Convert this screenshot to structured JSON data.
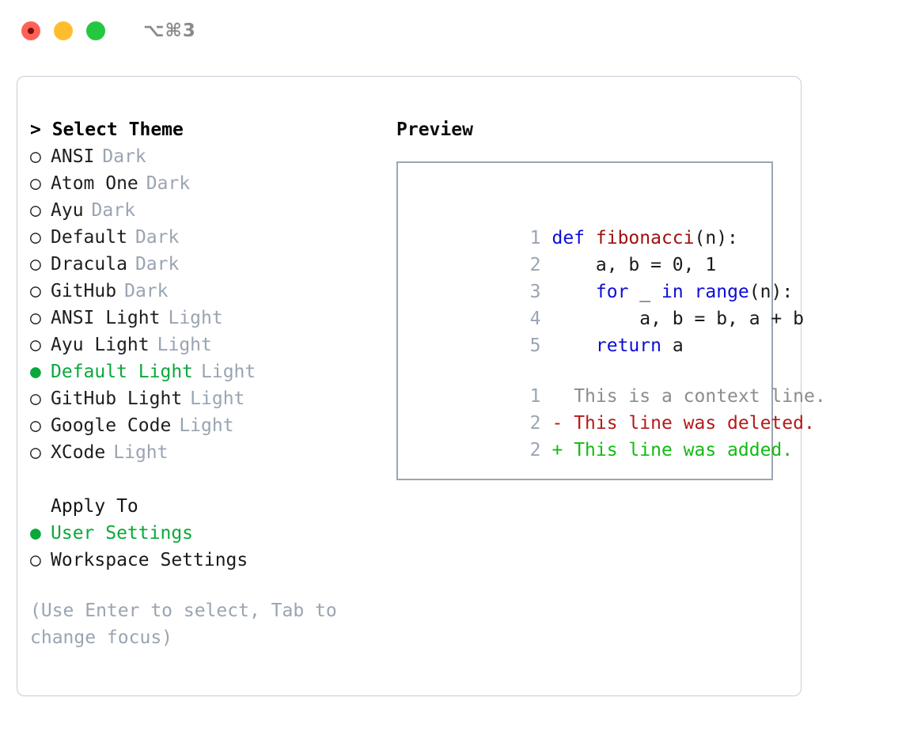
{
  "titlebar": {
    "shortcut": "⌥⌘3",
    "lights": [
      {
        "name": "close",
        "color": "#ff6159"
      },
      {
        "name": "minimize",
        "color": "#ffbd2e"
      },
      {
        "name": "maximize",
        "color": "#23c840"
      }
    ]
  },
  "theme_picker": {
    "heading": "> Select Theme",
    "bullet_selected": "●",
    "bullet_unselected": "○",
    "items": [
      {
        "name": "ANSI",
        "tag": "Dark",
        "selected": false
      },
      {
        "name": "Atom One",
        "tag": "Dark",
        "selected": false
      },
      {
        "name": "Ayu",
        "tag": "Dark",
        "selected": false
      },
      {
        "name": "Default",
        "tag": "Dark",
        "selected": false
      },
      {
        "name": "Dracula",
        "tag": "Dark",
        "selected": false
      },
      {
        "name": "GitHub",
        "tag": "Dark",
        "selected": false
      },
      {
        "name": "ANSI Light",
        "tag": "Light",
        "selected": false
      },
      {
        "name": "Ayu Light",
        "tag": "Light",
        "selected": false
      },
      {
        "name": "Default Light",
        "tag": "Light",
        "selected": true
      },
      {
        "name": "GitHub Light",
        "tag": "Light",
        "selected": false
      },
      {
        "name": "Google Code",
        "tag": "Light",
        "selected": false
      },
      {
        "name": "XCode",
        "tag": "Light",
        "selected": false
      }
    ]
  },
  "apply_to": {
    "title": "Apply To",
    "options": [
      {
        "label": "User Settings",
        "selected": true
      },
      {
        "label": "Workspace Settings",
        "selected": false
      }
    ]
  },
  "hint": "(Use Enter to select, Tab to change focus)",
  "preview": {
    "label": "Preview",
    "code_lines": [
      {
        "num": "1",
        "tokens": [
          {
            "t": "def ",
            "c": "kw"
          },
          {
            "t": "fibonacci",
            "c": "fn"
          },
          {
            "t": "(n):",
            "c": "plain"
          }
        ]
      },
      {
        "num": "2",
        "tokens": [
          {
            "t": "    a, b = 0, 1",
            "c": "plain"
          }
        ]
      },
      {
        "num": "3",
        "tokens": [
          {
            "t": "    ",
            "c": "plain"
          },
          {
            "t": "for",
            "c": "kw"
          },
          {
            "t": " _ ",
            "c": "plain"
          },
          {
            "t": "in",
            "c": "kw"
          },
          {
            "t": " ",
            "c": "plain"
          },
          {
            "t": "range",
            "c": "kw"
          },
          {
            "t": "(n):",
            "c": "plain"
          }
        ]
      },
      {
        "num": "4",
        "tokens": [
          {
            "t": "        a, b = b, a + b",
            "c": "plain"
          }
        ]
      },
      {
        "num": "5",
        "tokens": [
          {
            "t": "    ",
            "c": "plain"
          },
          {
            "t": "return",
            "c": "kw"
          },
          {
            "t": " a",
            "c": "plain"
          }
        ]
      }
    ],
    "diff_lines": [
      {
        "num": "1",
        "marker": "  ",
        "text": "This is a context line.",
        "kind": "d-ctx"
      },
      {
        "num": "2",
        "marker": "- ",
        "text": "This line was deleted.",
        "kind": "d-del"
      },
      {
        "num": "2",
        "marker": "+ ",
        "text": "This line was added.",
        "kind": "d-add"
      }
    ]
  },
  "colors": {
    "accent_green": "#0aa83c",
    "muted": "#9aa4b2",
    "keyword_blue": "#0d0dd6",
    "function_red": "#a01010",
    "diff_add": "#11bb11",
    "diff_del": "#b41a1a",
    "border": "#c7ccd4",
    "code_border": "#9aa6b4"
  }
}
